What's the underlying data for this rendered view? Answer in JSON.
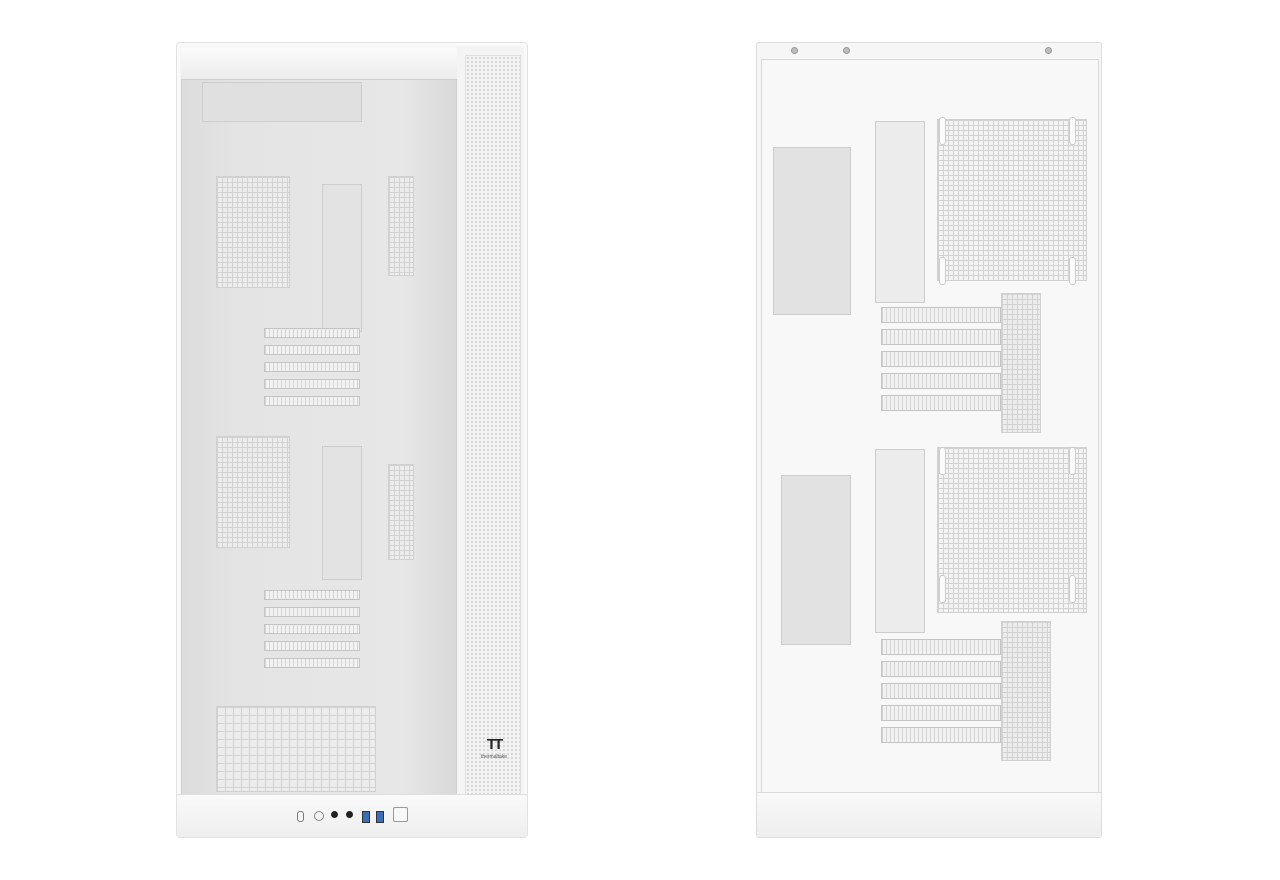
{
  "brand": {
    "logo_mark": "TT",
    "logo_text": "thermaltake"
  },
  "views": [
    "front",
    "back"
  ],
  "io_ports": [
    "usb-c",
    "power-led",
    "audio-in",
    "audio-out",
    "usb-a",
    "usb-a",
    "power-button"
  ],
  "colors": {
    "chassis": "#f4f4f4",
    "glass": "#e4e4e4",
    "background": "#ffffff"
  }
}
